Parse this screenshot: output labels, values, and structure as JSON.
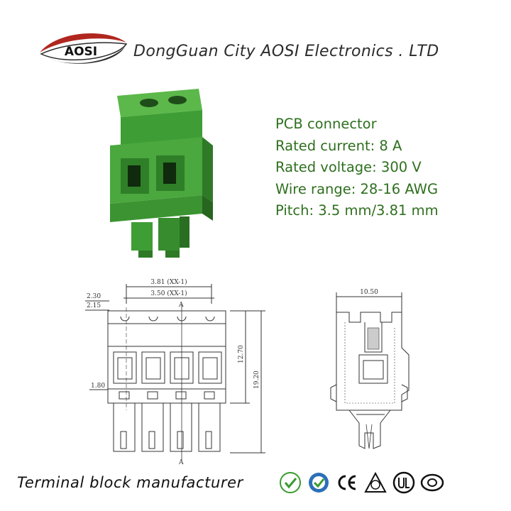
{
  "header": {
    "logo_text": "AOSI",
    "company_name": "DongGuan City AOSI Electronics . LTD"
  },
  "specs": [
    "PCB connector",
    "Rated current: 8 A",
    "Rated voltage: 300 V",
    "Wire range: 28-16 AWG",
    "Pitch: 3.5 mm/3.81 mm"
  ],
  "drawing": {
    "pitch_381": "3.81 (XX-1)",
    "pitch_350": "3.50 (XX-1)",
    "dim_230": "2.30",
    "dim_215": "2.15",
    "dim_180": "1.80",
    "dim_1270": "12.70",
    "dim_1920": "19.20",
    "dim_1050": "10.50",
    "mark_a_top": "A",
    "mark_a_bottom": "A"
  },
  "footer": {
    "tagline": "Terminal block manufacturer",
    "certifications": [
      "rohs-icon",
      "reach-icon",
      "ce-icon",
      "vde-icon",
      "ul-icon",
      "cqc-icon"
    ]
  },
  "colors": {
    "brand_red": "#b0271f",
    "logo_dark": "#2a2a2a",
    "spec_green": "#2f6f1f",
    "connector_green": "#3f9d35",
    "drawing_line": "#333333"
  }
}
